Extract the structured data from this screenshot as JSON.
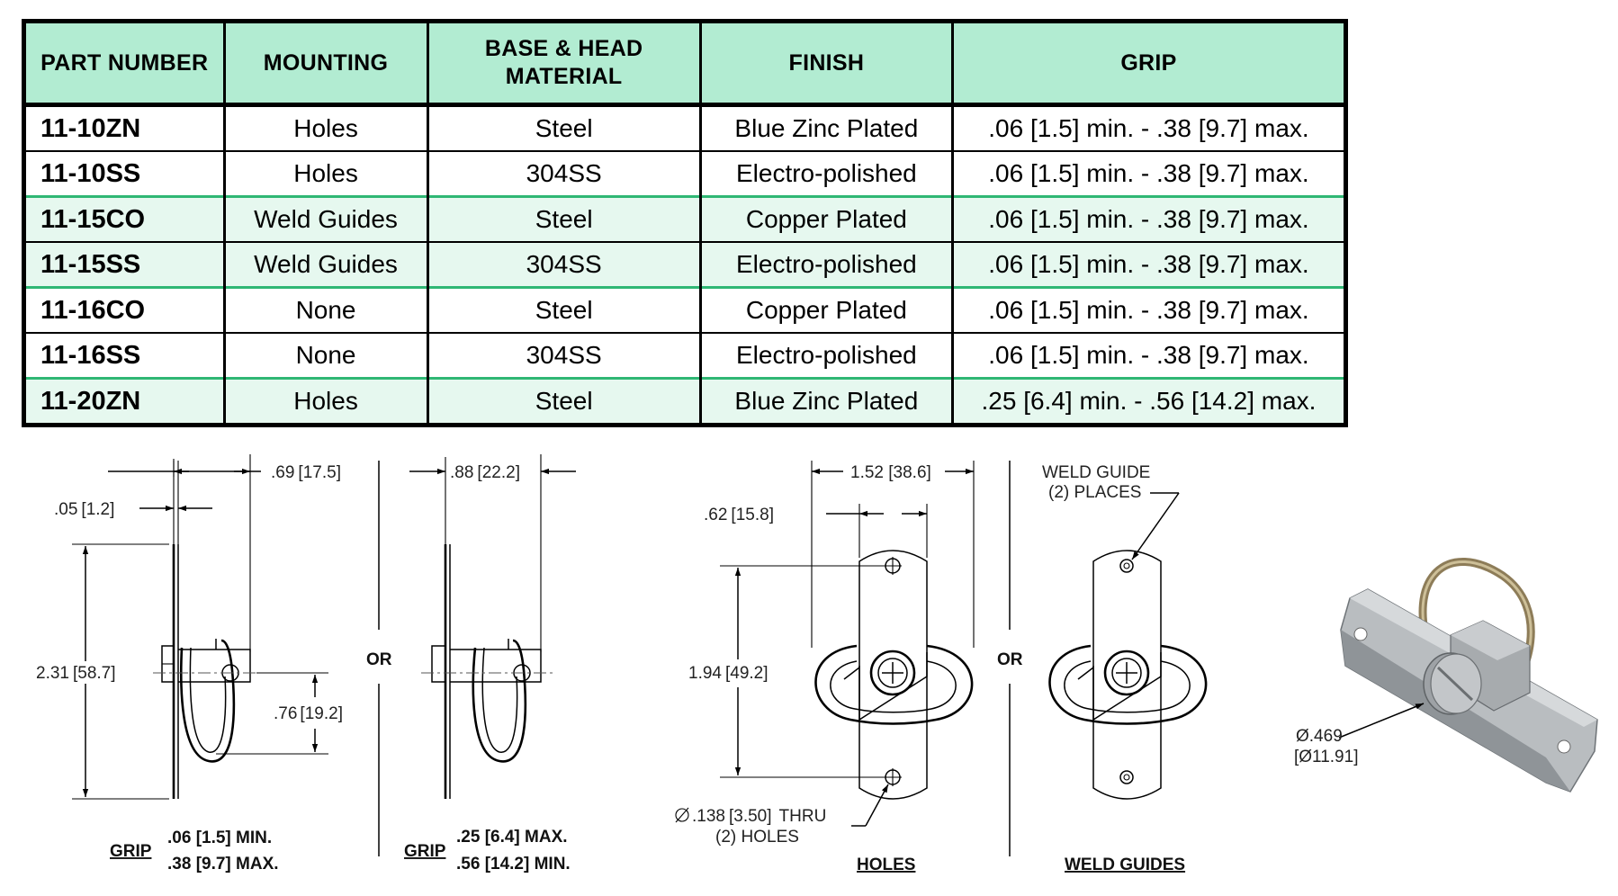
{
  "table": {
    "headers": [
      {
        "lines": [
          "PART NUMBER"
        ]
      },
      {
        "lines": [
          "MOUNTING"
        ]
      },
      {
        "lines": [
          "BASE & HEAD",
          "MATERIAL"
        ]
      },
      {
        "lines": [
          "FINISH"
        ]
      },
      {
        "lines": [
          "GRIP"
        ]
      }
    ],
    "rows": [
      {
        "part": "11-10ZN",
        "mounting": "Holes",
        "material": "Steel",
        "finish": "Blue Zinc Plated",
        "grip": ".06 [1.5] min. - .38 [9.7] max."
      },
      {
        "part": "11-10SS",
        "mounting": "Holes",
        "material": "304SS",
        "finish": "Electro-polished",
        "grip": ".06 [1.5] min. - .38 [9.7] max."
      },
      {
        "part": "11-15CO",
        "mounting": "Weld Guides",
        "material": "Steel",
        "finish": "Copper Plated",
        "grip": ".06 [1.5] min. - .38 [9.7] max."
      },
      {
        "part": "11-15SS",
        "mounting": "Weld Guides",
        "material": "304SS",
        "finish": "Electro-polished",
        "grip": ".06 [1.5] min. - .38 [9.7] max."
      },
      {
        "part": "11-16CO",
        "mounting": "None",
        "material": "Steel",
        "finish": "Copper Plated",
        "grip": ".06 [1.5] min. - .38 [9.7] max."
      },
      {
        "part": "11-16SS",
        "mounting": "None",
        "material": "304SS",
        "finish": "Electro-polished",
        "grip": ".06 [1.5] min. - .38 [9.7] max."
      },
      {
        "part": "11-20ZN",
        "mounting": "Holes",
        "material": "Steel",
        "finish": "Blue Zinc Plated",
        "grip": ".25 [6.4] min. - .56 [14.2] max."
      }
    ]
  },
  "drawing_side_a": {
    "dim_width": ".69",
    "dim_width_mm": "17.5",
    "dim_thickness": ".05",
    "dim_thickness_mm": "1.2",
    "dim_height": "2.31",
    "dim_height_mm": "58.7",
    "dim_offset": ".76",
    "dim_offset_mm": "19.2",
    "grip_label": "GRIP",
    "grip_min": ".06 [1.5] MIN.",
    "grip_max": ".38 [9.7] MAX."
  },
  "separator_or": "OR",
  "drawing_side_b": {
    "dim_width": ".88",
    "dim_width_mm": "22.2",
    "grip_label": "GRIP",
    "grip_max": ".25 [6.4] MAX.",
    "grip_min": ".56 [14.2] MIN."
  },
  "drawing_holes": {
    "dim_width": "1.52 [38.6]",
    "dim_plate_width": ".62",
    "dim_plate_width_mm": "15.8",
    "dim_hole_spacing": "1.94",
    "dim_hole_spacing_mm": "49.2",
    "hole_note_line1": ".138",
    "hole_note_mm": "3.50",
    "hole_note_thru": "THRU",
    "hole_note_line2": "(2) HOLES",
    "caption": "HOLES"
  },
  "drawing_weld": {
    "note_line1": "WELD GUIDE",
    "note_line2": "(2) PLACES",
    "caption": "WELD GUIDES"
  },
  "photo": {
    "callout_line1": "Ø.469",
    "callout_line2": "[Ø11.91]"
  }
}
